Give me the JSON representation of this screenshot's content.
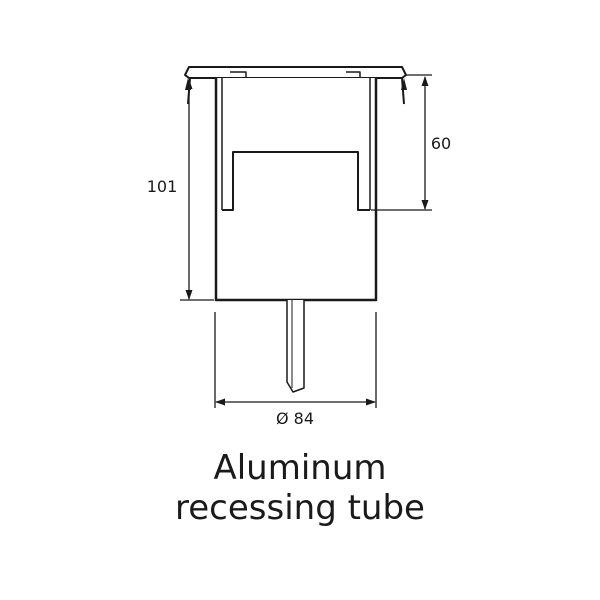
{
  "dimensions": {
    "height_total": "101",
    "height_upper": "60",
    "diameter": "Ø 84"
  },
  "caption": {
    "line1": "Aluminum",
    "line2": "recessing tube"
  },
  "colors": {
    "stroke": "#1a1a1a",
    "body_fill": "#ffffff",
    "text": "#1a1a1a"
  }
}
